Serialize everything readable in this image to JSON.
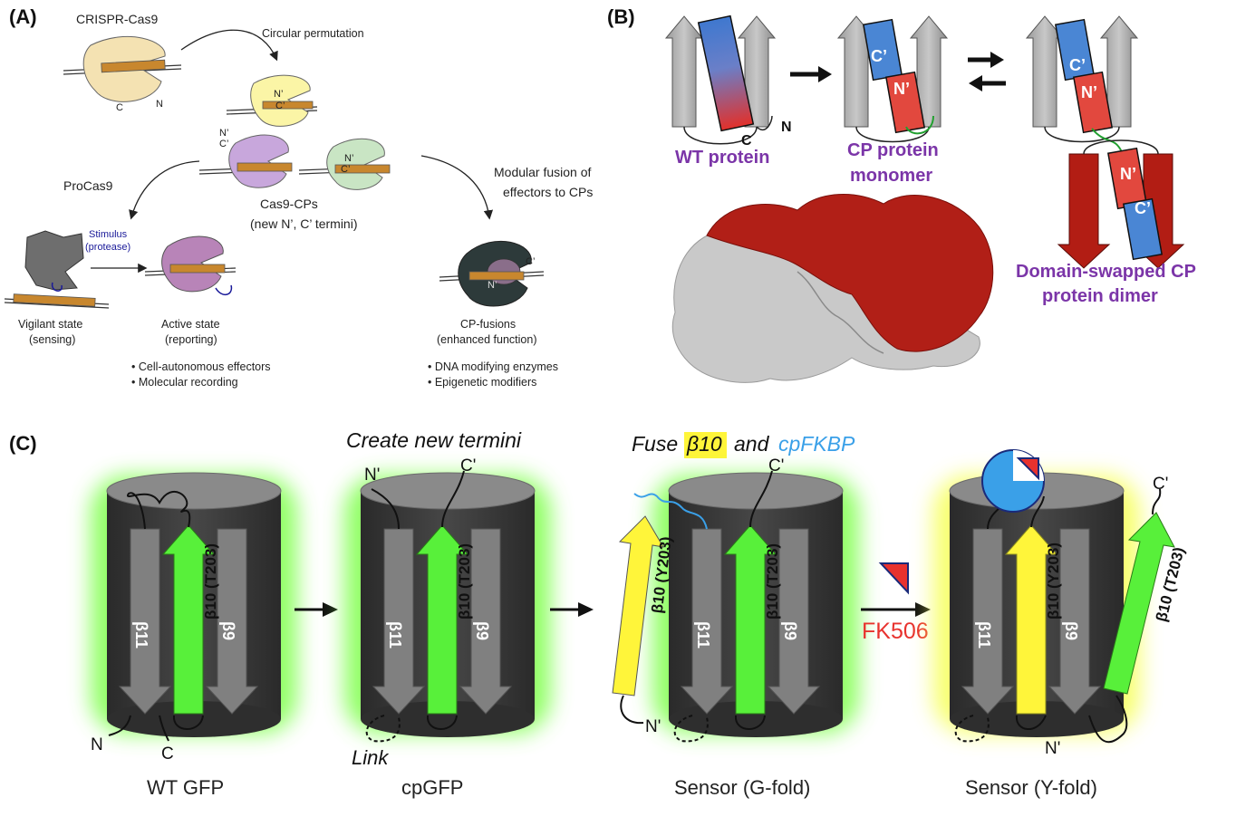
{
  "panel_a": {
    "label": "(A)",
    "crispr_label": "CRISPR-Cas9",
    "circular_permutation": "Circular permutation",
    "procas9": "ProCas9",
    "cas9_cps": "Cas9-CPs",
    "new_termini": "(new N’, C’ termini)",
    "modular_fusion_1": "Modular fusion of",
    "modular_fusion_2": "effectors to CPs",
    "stimulus_1": "Stimulus",
    "stimulus_2": "(protease)",
    "vigilant_1": "Vigilant state",
    "vigilant_2": "(sensing)",
    "active_1": "Active state",
    "active_2": "(reporting)",
    "cpfusions_1": "CP-fusions",
    "cpfusions_2": "(enhanced function)",
    "bullet_1": "• Cell-autonomous effectors",
    "bullet_2": "• Molecular recording",
    "bullet_3": "• DNA modifying enzymes",
    "bullet_4": "• Epigenetic modifiers",
    "term_n": "N",
    "term_c": "C",
    "term_np": "N’",
    "term_cp": "C’"
  },
  "panel_b": {
    "label": "(B)",
    "wt_protein": "WT protein",
    "cp_monomer_1": "CP protein",
    "cp_monomer_2": "monomer",
    "dimer_1": "Domain-swapped CP",
    "dimer_2": "protein dimer",
    "c_term": "C",
    "n_term": "N",
    "c_prime": "C’",
    "n_prime": "N’"
  },
  "panel_c": {
    "label": "(C)",
    "create_termini": "Create new termini",
    "fuse_prefix": "Fuse",
    "fuse_beta": "β10",
    "fuse_and": "and",
    "fuse_cpfkbp": "cpFKBP",
    "fk506": "FK506",
    "link": "Link",
    "b11": "β11",
    "b9": "β9",
    "b10_t203": "β10 (T203)",
    "b10_y203": "β10 (Y203)",
    "n": "N",
    "c": "C",
    "n_prime": "N'",
    "c_prime": "C'",
    "captions": [
      "WT GFP",
      "cpGFP",
      "Sensor (G-fold)",
      "Sensor (Y-fold)"
    ]
  },
  "colors": {
    "green_glow": "#7dff4a",
    "yellow_glow": "#f6ff55",
    "strand_green": "#58f03a",
    "strand_yellow": "#fff53a",
    "cylinder": "#3d3d3d",
    "cylinder_top": "#8a8a8a",
    "purple_text": "#7b35a8",
    "red_text": "#e8322e",
    "blue_text": "#3aa0e8",
    "helix_blue": "#4a86d4",
    "helix_red": "#e2483e",
    "dark_red_strand": "#b21d14"
  }
}
